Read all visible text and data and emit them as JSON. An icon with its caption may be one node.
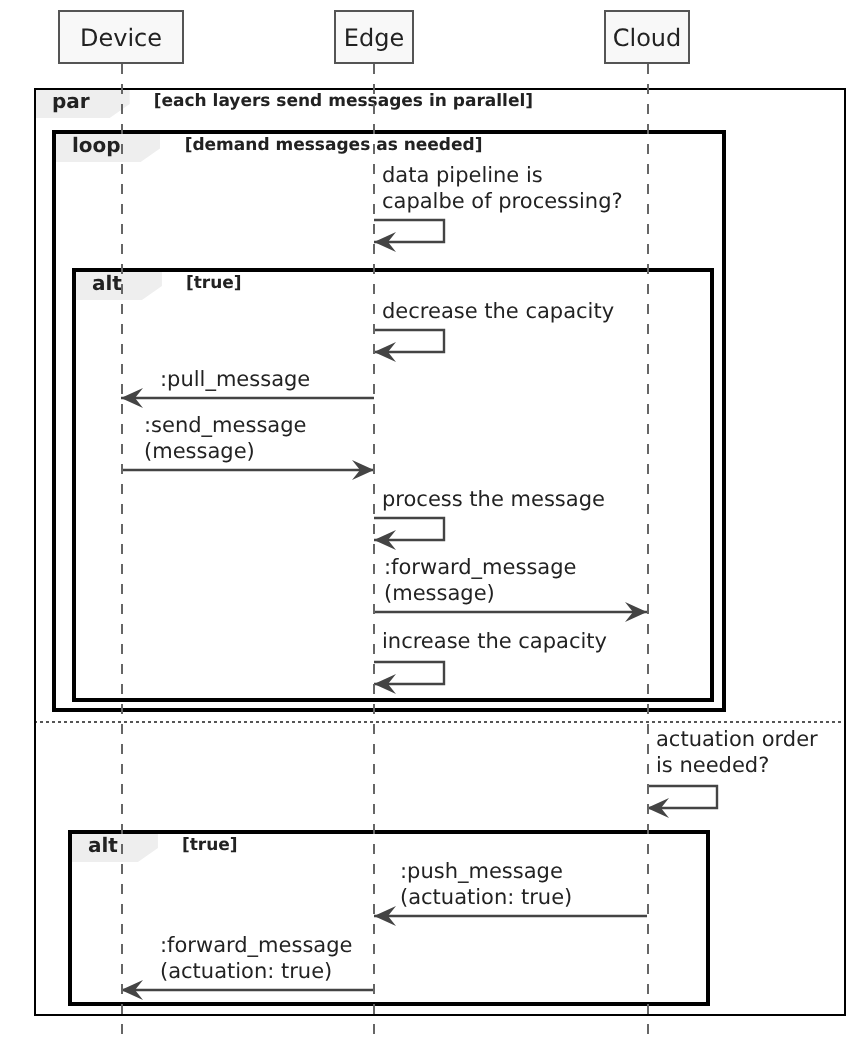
{
  "diagram": {
    "nodes": [
      {
        "text": [
          "Device"
        ]
      },
      {
        "text": [
          "Edge"
        ]
      },
      {
        "text": [
          "Cloud"
        ]
      }
    ],
    "labels": [
      "par",
      "[each layers send messages in parallel]",
      "loop",
      "[demand messages as needed]",
      "alt",
      "[true]",
      "alt",
      "[true]"
    ],
    "edges": [
      {
        "from": 1,
        "to": 1,
        "arrow": "to",
        "label": "data pipeline is capalbe of processing?"
      },
      {
        "from": 1,
        "to": 1,
        "arrow": "to",
        "label": "decrease the capacity"
      },
      {
        "from": 1,
        "to": 0,
        "arrow": "to",
        "label": ":pull_message"
      },
      {
        "from": 0,
        "to": 1,
        "arrow": "to",
        "label": ":send_message (message)"
      },
      {
        "from": 1,
        "to": 1,
        "arrow": "to",
        "label": "process the message"
      },
      {
        "from": 1,
        "to": 2,
        "arrow": "to",
        "label": ":forward_message (message)"
      },
      {
        "from": 1,
        "to": 1,
        "arrow": "to",
        "label": "increase the capacity"
      },
      {
        "from": 2,
        "to": 2,
        "arrow": "to",
        "label": "actuation order is needed?"
      },
      {
        "from": 2,
        "to": 1,
        "arrow": "to",
        "label": ":push_message (actuation: true)"
      },
      {
        "from": 1,
        "to": 0,
        "arrow": "to",
        "label": ":forward_message (actuation: true)"
      }
    ]
  }
}
